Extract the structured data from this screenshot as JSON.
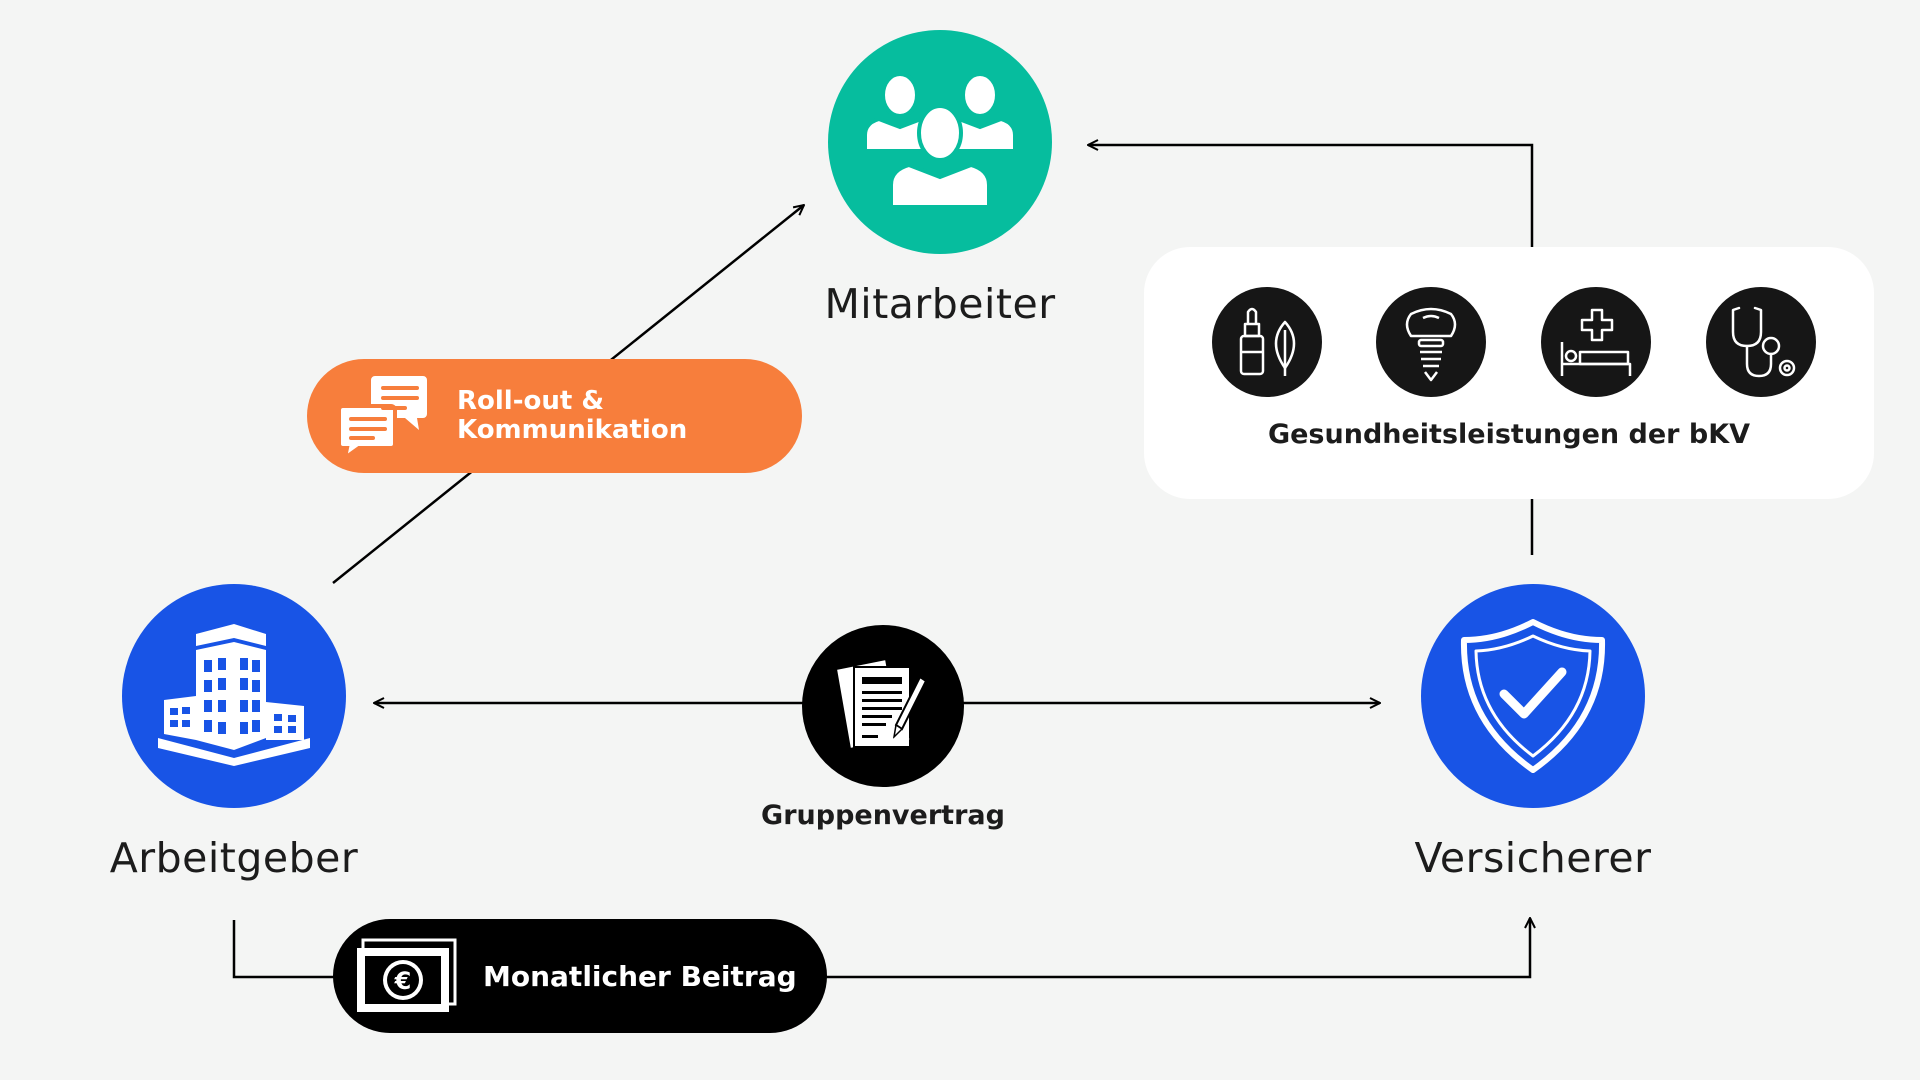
{
  "nodes": {
    "employee": {
      "label": "Mitarbeiter",
      "color": "#06bd9e"
    },
    "employer": {
      "label": "Arbeitgeber",
      "color": "#1854e6"
    },
    "insurer": {
      "label": "Versicherer",
      "color": "#1854e6"
    },
    "contract": {
      "label": "Gruppenvertrag",
      "color": "#000000"
    }
  },
  "rollout": {
    "label": "Roll-out & Kommunikation",
    "line1": "Roll-out &",
    "line2": "Kommunikation",
    "color": "#f77e3c"
  },
  "contribution": {
    "label": "Monatlicher Beitrag",
    "color": "#000000"
  },
  "benefits": {
    "title": "Gesundheitsleistungen der bKV",
    "icons": [
      "nature-medicine-icon",
      "dental-implant-icon",
      "hospital-bed-icon",
      "stethoscope-icon"
    ]
  },
  "edges": [
    {
      "from": "Arbeitgeber",
      "to": "Mitarbeiter",
      "label": "Roll-out & Kommunikation"
    },
    {
      "from": "Versicherer",
      "to": "Mitarbeiter",
      "label": "Gesundheitsleistungen der bKV"
    },
    {
      "from": "Gruppenvertrag",
      "to": "Arbeitgeber",
      "label": "Gruppenvertrag"
    },
    {
      "from": "Gruppenvertrag",
      "to": "Versicherer",
      "label": "Gruppenvertrag"
    },
    {
      "from": "Arbeitgeber",
      "to": "Versicherer",
      "label": "Monatlicher Beitrag"
    }
  ]
}
